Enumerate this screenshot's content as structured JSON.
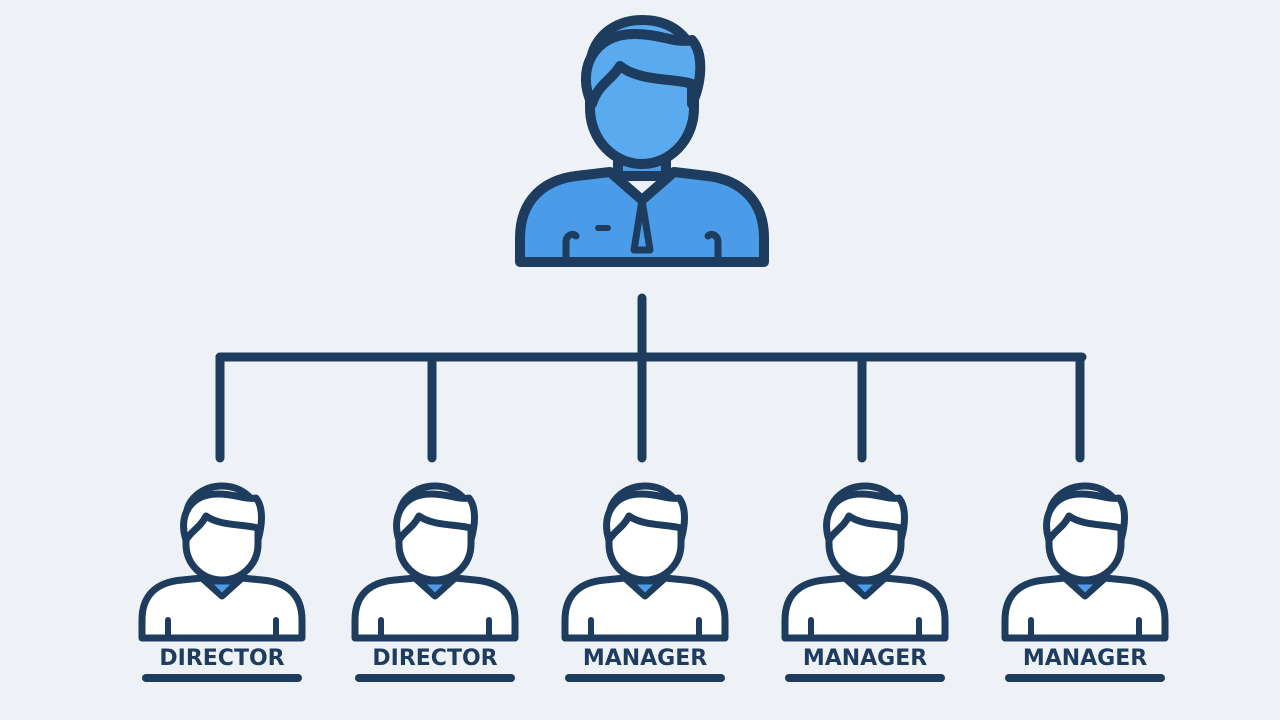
{
  "colors": {
    "background": "#eef2f6",
    "stroke": "#1d3c5e",
    "head_fill": "#5aaaf0",
    "body_fill": "#4a9ce8",
    "outline_fill": "#ffffff",
    "subordinate_collar": "#4a9ce8"
  },
  "diagram": {
    "top_person": {
      "icon": "person-filled-icon"
    },
    "subordinates": [
      {
        "label": "DIRECTOR",
        "icon": "person-outline-icon"
      },
      {
        "label": "DIRECTOR",
        "icon": "person-outline-icon"
      },
      {
        "label": "MANAGER",
        "icon": "person-outline-icon"
      },
      {
        "label": "MANAGER",
        "icon": "person-outline-icon"
      },
      {
        "label": "MANAGER",
        "icon": "person-outline-icon"
      }
    ]
  }
}
